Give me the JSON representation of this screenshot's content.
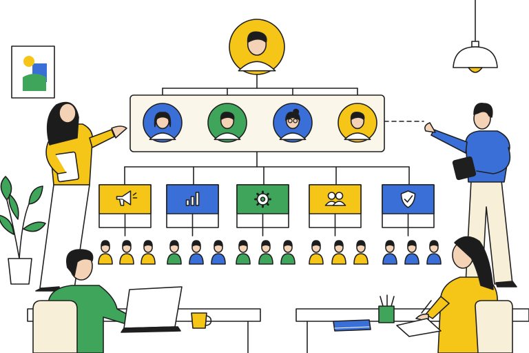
{
  "colors": {
    "yellow": "#F5C518",
    "blue": "#3B6FD8",
    "green": "#3FA55A",
    "ink": "#1F1F1F",
    "panel_fill": "#FBF6EA",
    "cream": "#F8EFD9",
    "skin": "#F3D2B5",
    "hair": "#1C1C1C",
    "plant": "#3FA55A"
  },
  "org_chart": {
    "top_avatar": {
      "color": "yellow",
      "icon": "man-avatar-icon"
    },
    "managers": [
      {
        "color": "blue",
        "icon": "woman-avatar-icon"
      },
      {
        "color": "green",
        "icon": "man-avatar-icon"
      },
      {
        "color": "blue",
        "icon": "woman-glasses-avatar-icon"
      },
      {
        "color": "yellow",
        "icon": "man-avatar-icon"
      }
    ],
    "departments": [
      {
        "color": "yellow",
        "icon": "megaphone-icon"
      },
      {
        "color": "blue",
        "icon": "bar-chart-icon"
      },
      {
        "color": "green",
        "icon": "gear-icon"
      },
      {
        "color": "yellow",
        "icon": "users-icon"
      },
      {
        "color": "blue",
        "icon": "shield-check-icon"
      }
    ],
    "team_members": [
      {
        "color": "yellow"
      },
      {
        "color": "yellow"
      },
      {
        "color": "yellow"
      },
      {
        "color": "green"
      },
      {
        "color": "blue"
      },
      {
        "color": "blue"
      },
      {
        "color": "green"
      },
      {
        "color": "green"
      },
      {
        "color": "green"
      },
      {
        "color": "yellow"
      },
      {
        "color": "yellow"
      },
      {
        "color": "yellow"
      },
      {
        "color": "blue"
      },
      {
        "color": "blue"
      },
      {
        "color": "blue"
      }
    ]
  },
  "scene_icons": [
    "picture-frame-icon",
    "pendant-lamp-icon",
    "potted-plant-icon",
    "laptop-icon",
    "coffee-mug-icon",
    "notebook-icon",
    "pencil-cup-icon"
  ]
}
